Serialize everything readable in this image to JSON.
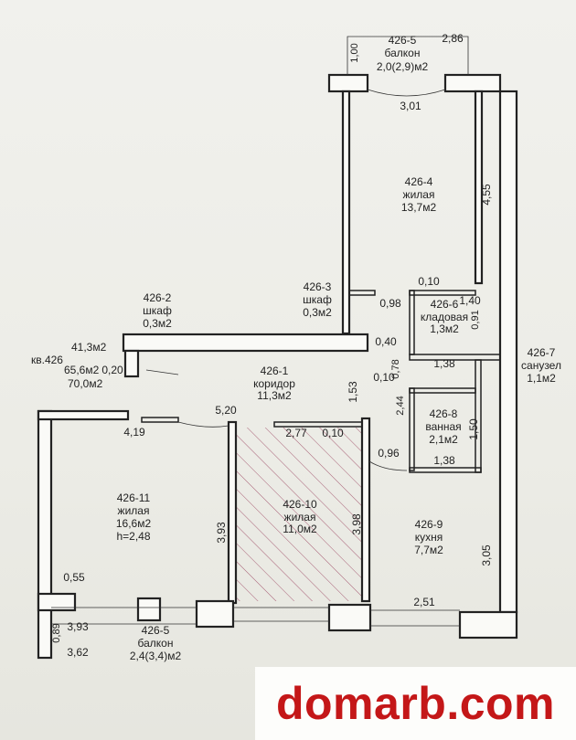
{
  "apartment": {
    "number": "кв.426",
    "area_living": "41,3м2",
    "area_total": "65,6м2",
    "area_full": "70,0м2"
  },
  "rooms": {
    "r1": {
      "id": "426-1",
      "name": "коридор",
      "area": "11,3м2"
    },
    "r2": {
      "id": "426-2",
      "name": "шкаф",
      "area": "0,3м2"
    },
    "r3": {
      "id": "426-3",
      "name": "шкаф",
      "area": "0,3м2"
    },
    "r4": {
      "id": "426-4",
      "name": "жилая",
      "area": "13,7м2"
    },
    "r5_top": {
      "id": "426-5",
      "name": "балкон",
      "area": "2,0(2,9)м2"
    },
    "r5_bottom": {
      "id": "426-5",
      "name": "балкон",
      "area": "2,4(3,4)м2"
    },
    "r6": {
      "id": "426-6",
      "name": "кладовая",
      "area": "1,3м2"
    },
    "r7": {
      "id": "426-7",
      "name": "санузел",
      "area": "1,1м2"
    },
    "r8": {
      "id": "426-8",
      "name": "ванная",
      "area": "2,1м2"
    },
    "r9": {
      "id": "426-9",
      "name": "кухня",
      "area": "7,7м2"
    },
    "r10": {
      "id": "426-10",
      "name": "жилая",
      "area": "11,0м2"
    },
    "r11": {
      "id": "426-11",
      "name": "жилая",
      "area": "16,6м2",
      "height": "h=2,48"
    }
  },
  "dimensions": {
    "d_1_00": "1,00",
    "d_2_86": "2,86",
    "d_3_01": "3,01",
    "d_4_55": "4,55",
    "d_0_10a": "0,10",
    "d_0_98": "0,98",
    "d_1_40": "1,40",
    "d_0_91": "0,91",
    "d_0_40": "0,40",
    "d_0_10b": "0,10",
    "d_0_78": "0,78",
    "d_1_38a": "1,38",
    "d_1_53": "1,53",
    "d_2_44": "2,44",
    "d_1_50": "1,50",
    "d_0_96": "0,96",
    "d_1_38b": "1,38",
    "d_0_20": "0,20",
    "d_4_19": "4,19",
    "d_5_20": "5,20",
    "d_2_77": "2,77",
    "d_0_10c": "0,10",
    "d_3_93v": "3,93",
    "d_3_98": "3,98",
    "d_3_05": "3,05",
    "d_0_55": "0,55",
    "d_2_51": "2,51",
    "d_0_89": "0,89",
    "d_3_93h": "3,93",
    "d_3_62": "3,62"
  },
  "watermark": {
    "text": "domarb.com",
    "color": "#c41718"
  },
  "colors": {
    "hatch": "#a0506a",
    "wall_line": "#222222"
  }
}
